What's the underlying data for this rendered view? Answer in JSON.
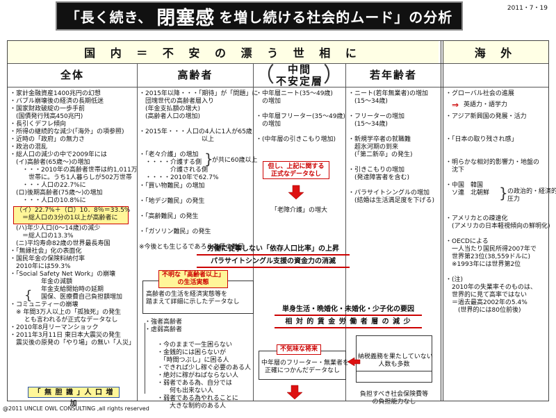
{
  "date": "2011・7・19",
  "title": {
    "pre": "「長く続き、",
    "big": "閉塞感",
    "post": "を増し続ける社会的ムード」の分析"
  },
  "headers": {
    "domestic": "国 内 ＝ 不 安 の 漂 う 世 相 に",
    "overseas": "海 外"
  },
  "columns": {
    "overall": "全体",
    "elderly": "高齢者",
    "middle_line1": "中間",
    "middle_line2": "不安定層",
    "paren_open": "（",
    "paren_close": "）",
    "young": "若年齢者"
  },
  "overall": {
    "items": "・家計金融資産1400兆円の幻想\n・バブル崩壊後の経済の長期低迷\n・国家財政破綻の一歩手前\n　(国債発行残高450兆円)\n・長引くデフレ傾向\n・所得の継続的な減少(「海外」の項参照)\n・近時の「政府」の無力さ\n・政治の混乱\n・総人口の減少の中で2009年には\n　(イ)高齢者(65歳～)の増加\n　　・・・2010年の高齢者世帯は約1,011万\n　　　世帯に。うち1人暮らしが502万世帯\n　　・・・人口の22.7%に\n　(ロ)後期高齢者(75歳～)の増加\n　　・・・人口の10.8%に",
    "highlight": "（イ）22.7%＋（ロ）10．8％＝33.5%\n　＝総人口の3分の1以上が高齢者に",
    "items2": "　(ハ)年少人口(0～14歳)の減少\n　　＝総人口の13.3%\n　(ニ)平均寿命82歳の世界最長寿国\n・「無縁社会」化の表面化\n・国民年金の保険料納付率\n　2010年には59.3%\n・「Social Safety Net Work」の崩壊\n　　　　　年金の減額\n　　　　　年金支給開始時の延期\n　　　　　国保、医療費自己負担額増加\n・コミュニティーの崩壊\n　※ 年間3万人以上の「孤独死」の発生\n　　 とも言われるが正式なデータなし\n・2010年8月リーマンショック\n・2011年3月11日 東日本大震災の発生\n　震災後の原発の「やり場」の無い「人災」",
    "banner": "「 無 胆 識 」人 口 増 加"
  },
  "elderly": {
    "items": "・2015年以降・・・「期待」が「問題」に\n　団塊世代の高齢者層入り\n　(年金支払額の増大)\n　(高齢者人口の増加)\n\n・2015年・・・人口の4人に1人が65歳\n　　　　　　　　　　以上\n\n・「老々介護」の増加\n　・・・・介護する側\n　　　　　介護される側\n　・・・・2010年で62.7%",
    "brace_text": "が共に60歳以上",
    "items2": "・「買い物難民」の増加\n\n・「地デジ難民」の発生\n\n・「高齢難民」の発生\n\n・「ガソリン難民」の発生\n\n※今後とも生じるであろう各種の難民",
    "unclear_title": "不明な「高齢者以上」\nの生活実態",
    "unclear_body": "高齢者の生活を経済実態等を\n踏まえて詳細に示したデータなし",
    "tree": "・強者高齢者\n・虐弱高齢者\n\n　　・今のままで一生困らない\n　　・金銭的には困らないが\n　　　「時間つぶし」に困る人\n　　・できれば少し稼ぐ必要のある人\n　　・絶対に稼がねばならない人\n　　・弱者である為、自分では\n　　　　何も出来ない人\n　　・弱者である為やれることに\n　　　　大きな制約のある人"
  },
  "middle": {
    "items": "・中年層ニート(35～49歳)\n　の増加\n\n・中年層フリーター(35～49歳)\n　の増加\n\n・(中年層の引きこもり増加)",
    "redbox": "但し、上記に関する\n正式なデータなし",
    "care": "「老障介護」の増大"
  },
  "young": {
    "items": "・ニート(若年無業者)の増加\n　(15～34歳)\n\n・フリーターの増加\n　(15～34歳)\n\n・新規学卒者の就職難\n　超氷河期の到来\n　(「第二新卒」の発生)\n\n・引きこもりの増加\n　(発達障害者を含む)\n\n・パラサイトシングルの増加\n　(結婚は生活満足度を下げる)"
  },
  "banners": {
    "dependent": "労働に従事しない「依存人口比率」の上昇",
    "parasite": "パラサイトシングル支援の資金力の消滅",
    "single": "単身生活・晩婚化・未婚化・少子化の要因",
    "labor": "相 対 的 賃 金 労 働 者 層 の 減 少"
  },
  "future": {
    "title": "不気味な将来",
    "body": "中年層のフリーター・無業者を\n正確につかんだデータなし"
  },
  "pension": {
    "top": "納税義務を果たしていない\n人数も多数",
    "bottom": "負担すべき社会保険費等\nの負担能力なし"
  },
  "overseas": {
    "items": "・グローバル社会の進展\n\n\n・アジア新興国の発展・活力\n\n\n・「日本の取り残され感」\n\n\n・明らかな相対的影響力・地盤の\n　沈下\n\n・中国　韓国\n　ソ連　北朝鮮",
    "arrow_item": "英語力・語学力",
    "rival_text": "の政治的・経済的\n圧力",
    "items2": "・アメリカとの疎遠化\n　(アメリカの日本軽視傾向の鮮明化)\n\n・OECDによる\n　一人当たり国民所得2007年で\n　世界第23位(38,559ドルに)\n　※1993年には世界第2位\n\n・(注)\n　2010年の失業率そのものは、\n　世界的に見て高率ではない\n　＝過去最高2002年の5.4%\n　　(世界的には80位前後)"
  },
  "footer": "@2011 UNCLE OWL CONSULTING ,all rights reserved",
  "colors": {
    "red": "#cc0000",
    "yellow": "#fff699",
    "header_bg": "#ffffe5",
    "title_bg": "#111111"
  }
}
